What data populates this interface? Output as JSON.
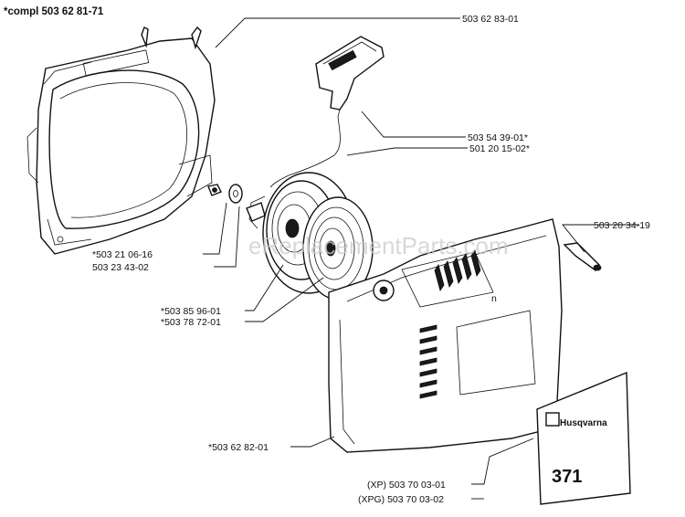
{
  "title": "*compl 503 62 81-71",
  "watermark": "eReplacementParts.com",
  "labels": {
    "p1": "503 62 83-01",
    "p2": "503 54 39-01*",
    "p3": "501 20 15-02*",
    "p4": "503 20 34-19",
    "p5": "*503 21 06-16",
    "p6": "503 23 43-02",
    "p7": "*503 85 96-01",
    "p8": "*503 78 72-01",
    "p9": "*503 62 82-01",
    "p10": "(XP) 503 70 03-01",
    "p11": "(XPG) 503 70 03-02"
  },
  "decal": {
    "brand": "Husqvarna",
    "model": "371"
  },
  "cover_mark": "n"
}
